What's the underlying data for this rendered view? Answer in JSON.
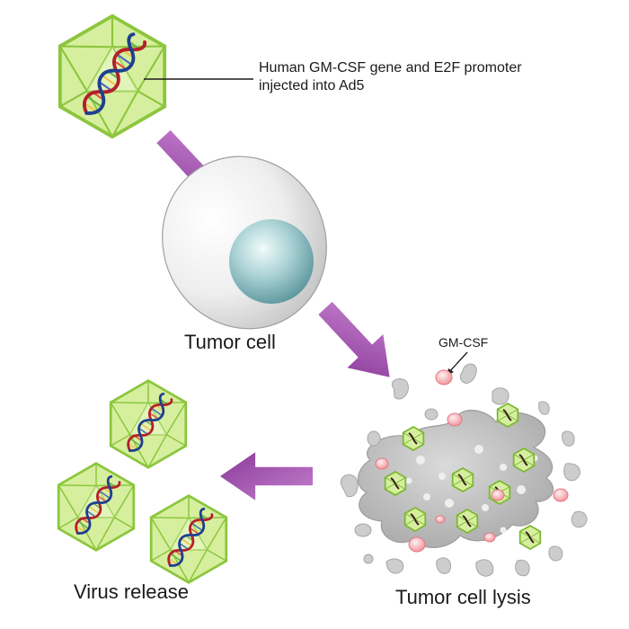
{
  "labels": {
    "injection_line1": "Human GM-CSF gene and E2F promoter",
    "injection_line2": "injected into Ad5",
    "tumor_cell": "Tumor cell",
    "gm_csf": "GM-CSF",
    "virus_release": "Virus release",
    "tumor_cell_lysis": "Tumor cell lysis"
  },
  "colors": {
    "capsid_fill": "#d6ef9e",
    "capsid_stroke": "#8cc63e",
    "arrow": "#9b46a8",
    "nucleus": "#6fa9b0",
    "cell_body": "#e2e2e2",
    "lysed_cell": "#b5b5b5",
    "gm_csf_particle": "#f4a3a8",
    "dna_strand_a": "#b2202b",
    "dna_strand_b": "#1f3f8f"
  }
}
